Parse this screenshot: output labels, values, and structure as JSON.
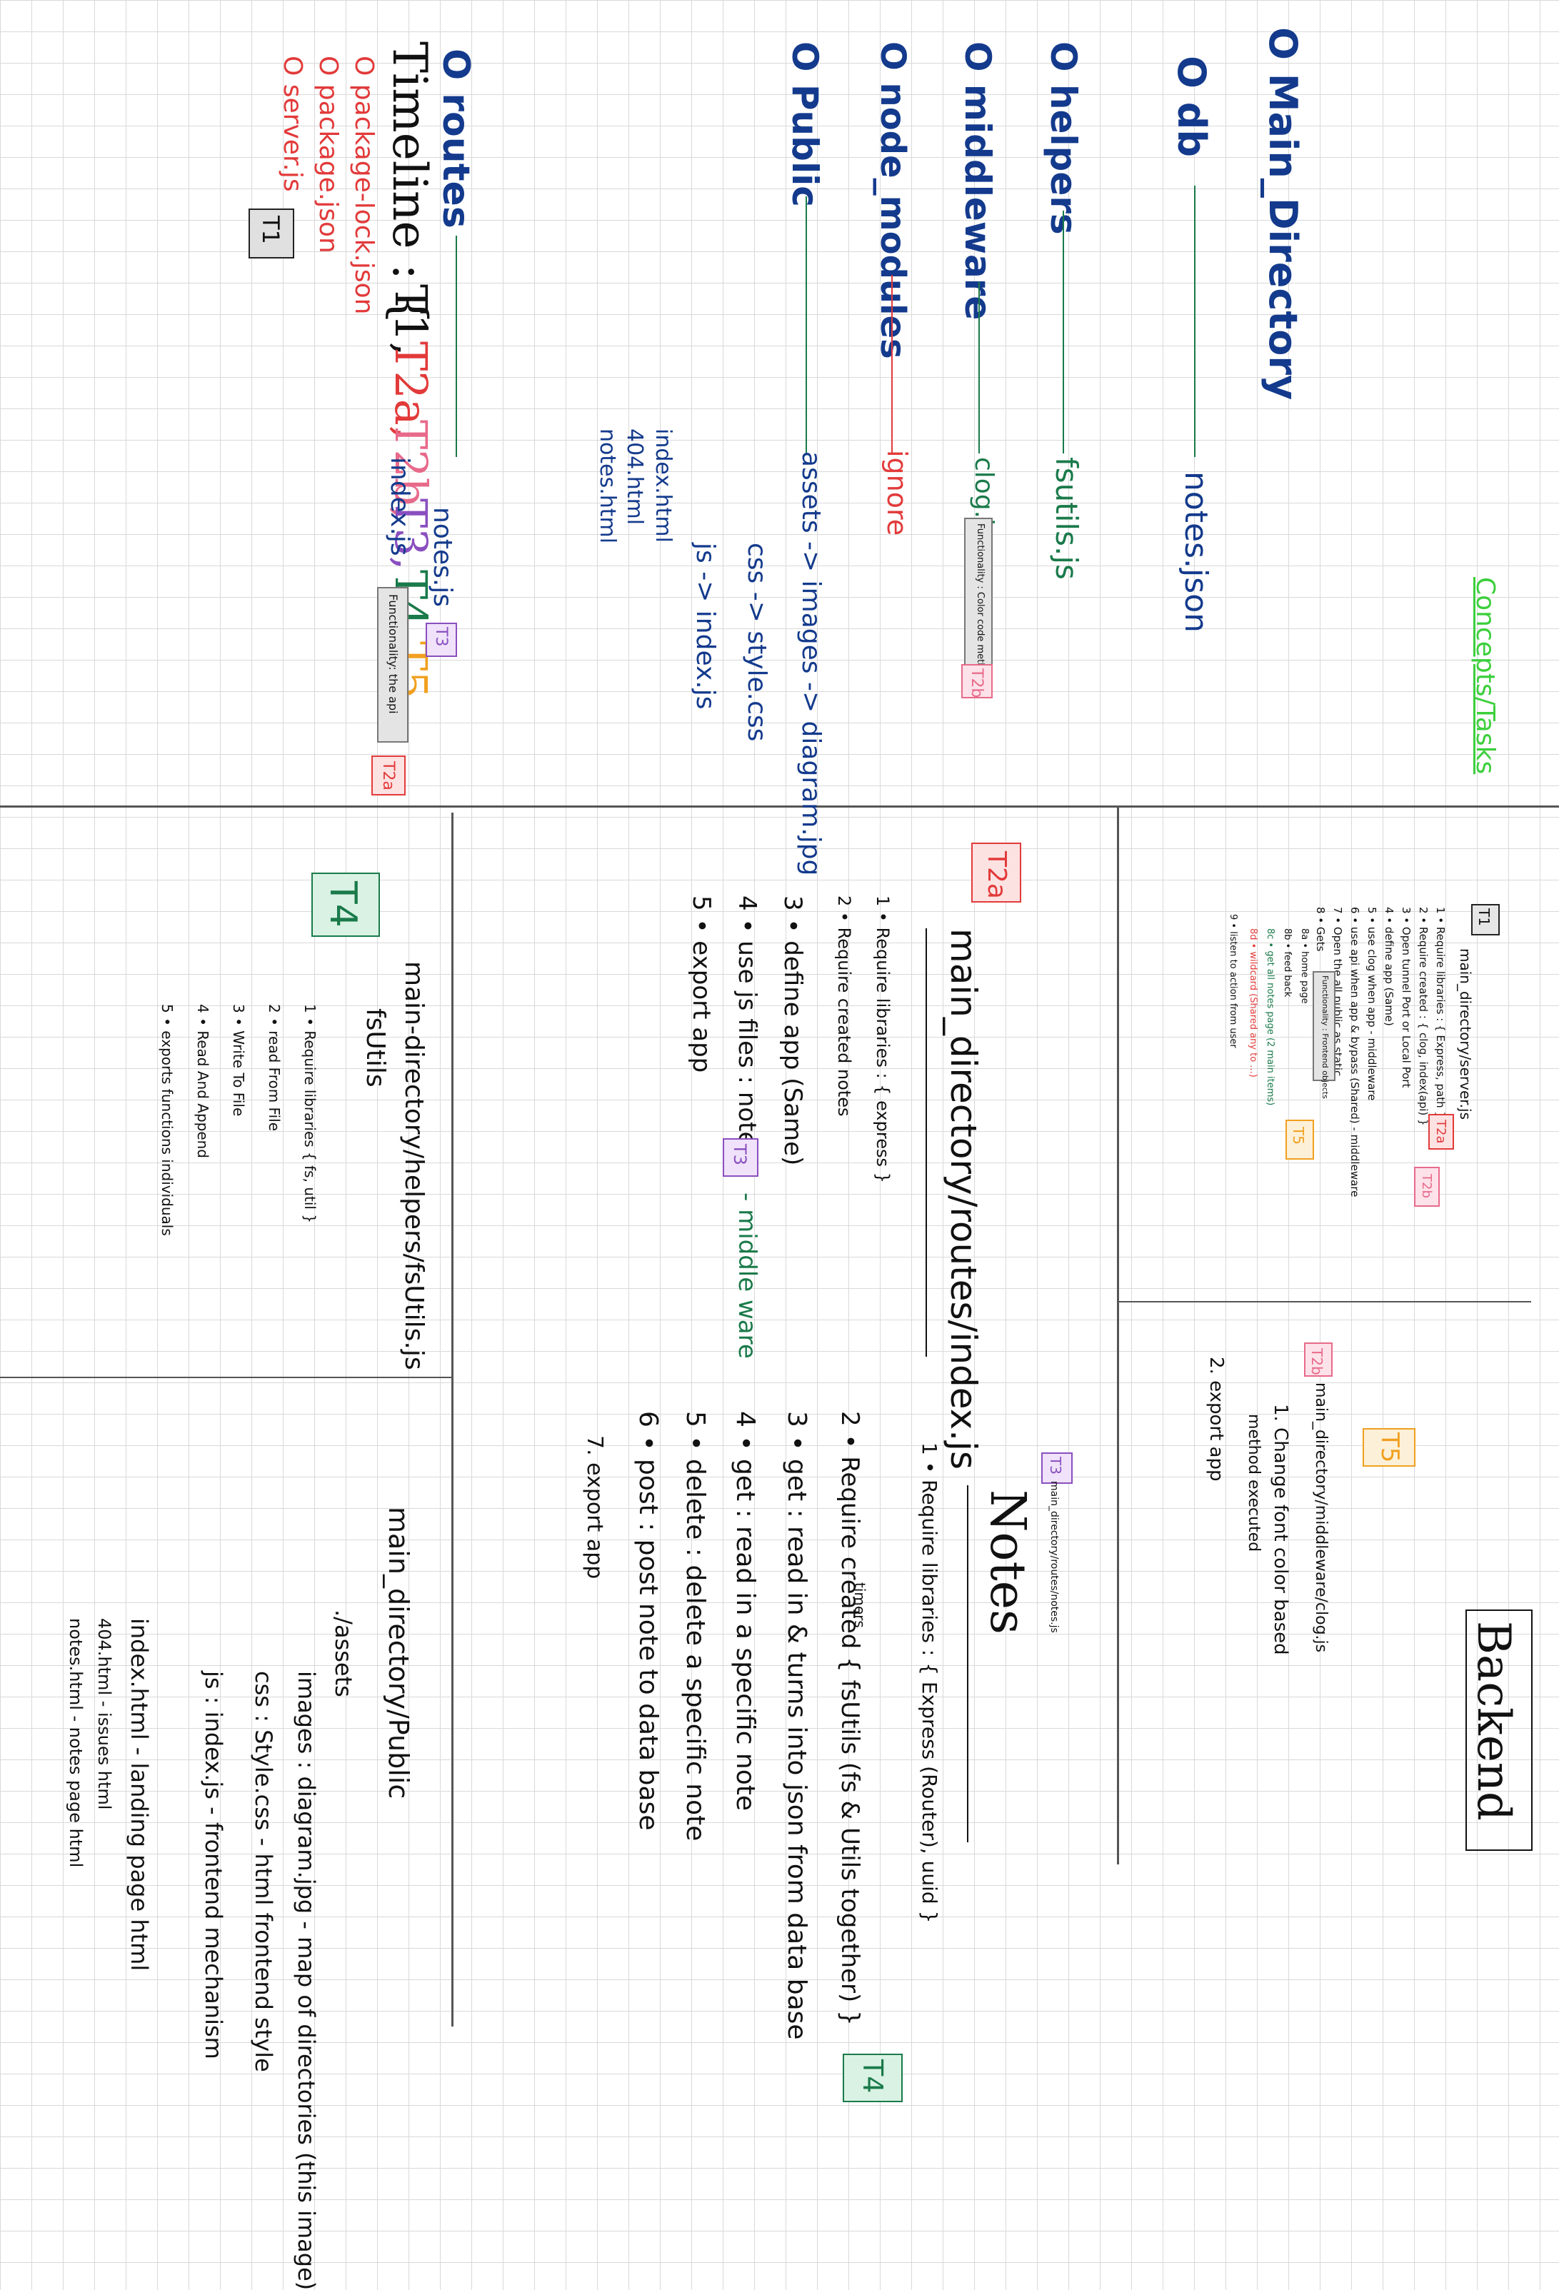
{
  "header": {
    "title": "Backend",
    "timeline_label": "Timeline : {",
    "timeline_items": [
      "T1,",
      "T2a,",
      "T2b,",
      "T3,",
      "T4,",
      "T5"
    ],
    "concepts_label": "Concepts/Tasks"
  },
  "tree": {
    "main": "O Main_Directory",
    "db": "O db",
    "db_file": "notes.json",
    "helpers": "O helpers",
    "helpers_file": "fsutils.js",
    "middleware": "O middleware",
    "middleware_file": "clog.js",
    "middleware_note": "Functionality : Color code methods",
    "middleware_tag": "T2b",
    "node_modules": "O node_modules",
    "node_modules_note": "ignore",
    "public": "O Public",
    "public_assets": "assets -> images -> diagram.jpg",
    "public_css": "css -> style.css",
    "public_js": "js -> index.js",
    "public_index": "index.html",
    "public_404": "404.html",
    "public_notes": "notes.html",
    "routes": "O routes",
    "routes_notes": "notes.js",
    "routes_notes_tag": "T3",
    "routes_index": "index.js",
    "routes_index_note": "Functionality: the api",
    "routes_index_tag": "T2a",
    "lock": "O package-lock.json",
    "package": "O package.json",
    "server": "O server.js",
    "server_tag": "T1"
  },
  "t1": {
    "tag": "T1",
    "title": "main_directory/server.js",
    "items": [
      "1 • Require libraries : { Express, path }",
      "2 • Require created : { clog, index(api) }",
      "3 • Open tunnel Port or Local Port",
      "4 • define app (Same)",
      "5 • use clog when app - middleware",
      "6 • use api when app & bypass (Shared) - middleware",
      "7 • Open the all public as static",
      "8 • Gets",
      "8a • home page",
      "8b • feed back",
      "8c • get all notes page (2 main items)",
      "8d • wildcard (Shared any to ...)",
      "9 • listen to action from user"
    ],
    "gets_note": "Functionality : Frontend objects",
    "tag_t2a": "T2a",
    "tag_t2b": "T2b",
    "tag_t5": "T5"
  },
  "t2b": {
    "tag": "T2b",
    "title": "main_directory/middleware/clog.js",
    "items": [
      "1. Change font color based",
      "method executed",
      "2. export app"
    ]
  },
  "t2a": {
    "tag": "T2a",
    "title": "main_directory/routes/index.js",
    "items": [
      "1 • Require libraries : { express }",
      "2 • Require created notes",
      "3 • define app (Same)",
      "4 • use js files : notes",
      "5 • export app"
    ],
    "notes_tag": "T3",
    "middle_note": "- middle ware"
  },
  "t3": {
    "tag": "T3",
    "path": "main_directory/routes/notes.js",
    "title": "Notes",
    "items": [
      "1 • Require libraries : { Express (Router), uuid }",
      "2 • Require created { fsUtils (fs & Utils together) }",
      "3 • get : read in & turns into json from data base",
      "4 • get : read in a specific note",
      "5 • delete : delete a specific note",
      "6 • post : post note to data base",
      "7. export app"
    ],
    "timers": "timers",
    "tag_t4": "T4"
  },
  "t4": {
    "tag": "T4",
    "path": "main-directory/helpers/fsUtils.js",
    "title": "fsUtils",
    "items": [
      "1 • Require libraries { fs, util }",
      "2 • read From File",
      "3 • Write To File",
      "4 • Read And Append",
      "5 • exports functions individuals"
    ]
  },
  "t5": {
    "tag": "T5",
    "title": "main_directory/Public",
    "assets": "./assets",
    "images": "images : diagram.jpg - map of directories (this image)",
    "css": "css : Style.css - html frontend style",
    "js": "js : index.js - frontend mechanism",
    "index": "index.html - landing page html",
    "page404": "404.html - issues html",
    "notes": "notes.html - notes page html"
  }
}
